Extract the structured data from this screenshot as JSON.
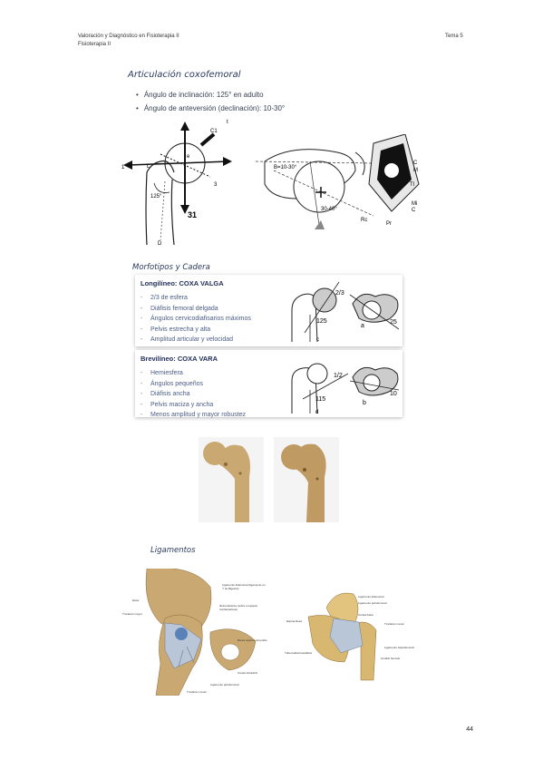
{
  "header": {
    "doc_title": "Valoración y Diagnóstico en Fisioterapia II",
    "subject": "Fisioterapia II",
    "tema": "Tema 5"
  },
  "articulacion": {
    "title": "Articulación coxofemoral",
    "bullets": [
      "Ángulo de inclinación: 125° en adulto",
      "Ángulo de anteversión (declinación): 10-30°"
    ],
    "fig1_labels": {
      "c1": "C1",
      "l": "L",
      "e": "e",
      "n3": "3",
      "one": "1",
      "deg": "125°",
      "num": "31",
      "d": "D",
      "t": "t"
    },
    "fig2_labels": {
      "angle1": "B=10-30°",
      "angle2": "30-40°",
      "c": "C",
      "m": "M",
      "tl": "Tl",
      "mi": "Mi",
      "c2": "C",
      "rc": "Rc",
      "pr": "Pr"
    }
  },
  "morfotipos": {
    "title": "Morfotipos y Cadera",
    "valga": {
      "title": "Longilíneo: COXA VALGA",
      "items": [
        "2/3 de esfera",
        "Diáfisis femoral delgada",
        "Ángulos cervicodiafisarios máximos",
        "Pelvis estrecha y alta",
        "Amplitud articular y velocidad"
      ],
      "fig_labels": {
        "frac": "2/3",
        "angle": "125",
        "letter_c": "c",
        "letter_a": "a",
        "deg": "25"
      }
    },
    "vara": {
      "title": "Brevilíneo: COXA VARA",
      "items": [
        "Hemiesfera",
        "Ángulos pequeños",
        "Diáfisis ancha",
        "Pelvis maciza y ancha",
        "Menos amplitud y mayor robustez"
      ],
      "fig_labels": {
        "frac": "1/2",
        "angle": "115",
        "letter_d": "d",
        "letter_b": "b",
        "deg": "10"
      }
    }
  },
  "ligamentos": {
    "title": "Ligamentos",
    "labels_left": [
      "Ligamento iliofemoral (ligamento en Y de Bigelow)",
      "Iliotrocantérea (sobre el epiquio trochanteriano)",
      "Rama superior del pubis",
      "Cresta obturatriz",
      "Ligamento pubofemoral",
      "Trocánter menor",
      "Trocánter mayor",
      "ilíaca"
    ],
    "labels_right": [
      "Ligamento iliofemoral",
      "Ligamento pubofemoral",
      "Cresta ilíaca",
      "Espina ilíaca",
      "Trocánter menor",
      "Tuberosidad isquiática",
      "Ligamento isquiofemoral",
      "Cóndilo femoral"
    ]
  },
  "page_number": "44",
  "colors": {
    "title_blue": "#2a3a5e",
    "box_title": "#232f5a",
    "list_blue": "#4a5d86",
    "bone": "#c9a872",
    "ligament": "#b9c6d8"
  }
}
